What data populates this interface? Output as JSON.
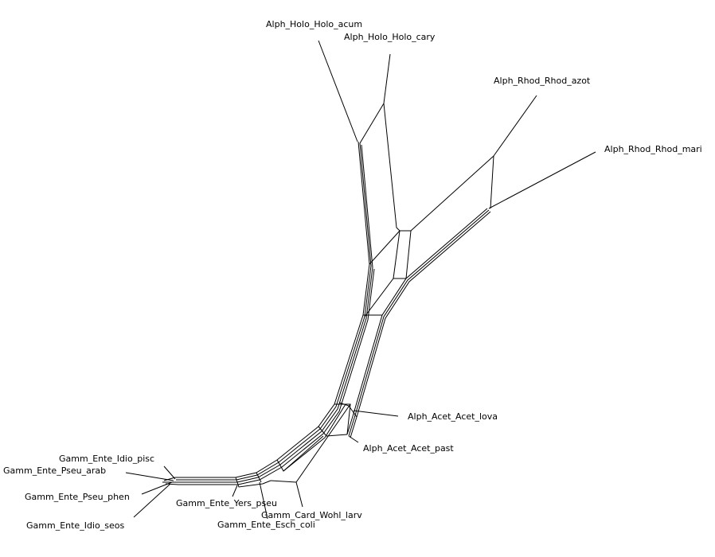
{
  "taxa": [
    {
      "id": "holo_acum",
      "label": "Alph_Holo_Holo_acum"
    },
    {
      "id": "holo_cary",
      "label": "Alph_Holo_Holo_cary"
    },
    {
      "id": "rhod_azot",
      "label": "Alph_Rhod_Rhod_azot"
    },
    {
      "id": "rhod_mari",
      "label": "Alph_Rhod_Rhod_mari"
    },
    {
      "id": "acet_lova",
      "label": "Alph_Acet_Acet_lova"
    },
    {
      "id": "acet_past",
      "label": "Alph_Acet_Acet_past"
    },
    {
      "id": "idio_pisc",
      "label": "Gamm_Ente_Idio_pisc"
    },
    {
      "id": "pseu_arab",
      "label": "Gamm_Ente_Pseu_arab"
    },
    {
      "id": "pseu_phen",
      "label": "Gamm_Ente_Pseu_phen"
    },
    {
      "id": "idio_seos",
      "label": "Gamm_Ente_Idio_seos"
    },
    {
      "id": "yers_pseu",
      "label": "Gamm_Ente_Yers_pseu"
    },
    {
      "id": "card_wohl",
      "label": "Gamm_Card_Wohl_larv"
    },
    {
      "id": "esch_coli",
      "label": "Gamm_Ente_Esch_coli"
    }
  ],
  "colors": {
    "edge": "#000000",
    "background": "#ffffff",
    "text": "#000000"
  }
}
